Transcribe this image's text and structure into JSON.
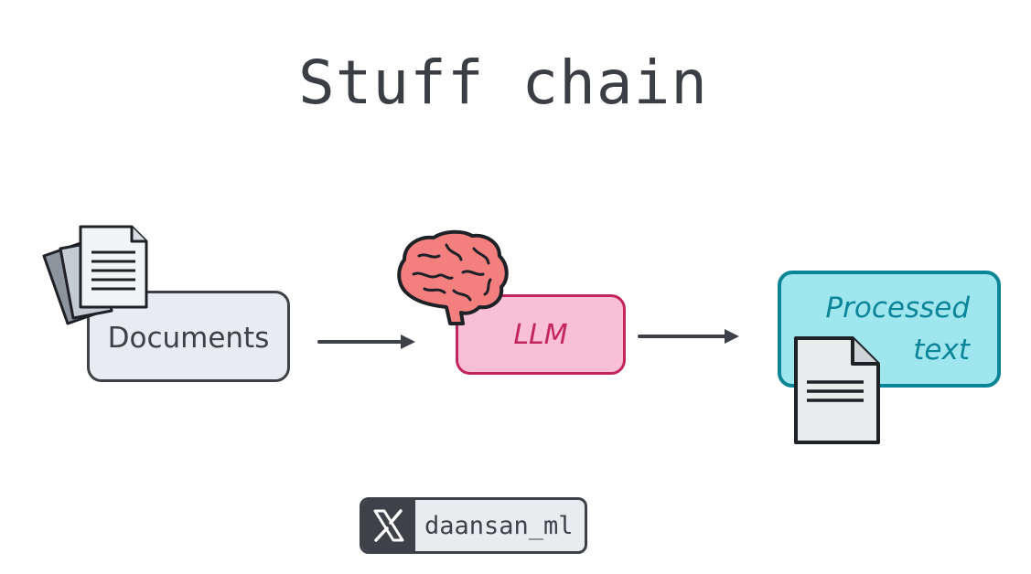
{
  "title": "Stuff chain",
  "nodes": {
    "documents": {
      "label": "Documents"
    },
    "llm": {
      "label": "LLM"
    },
    "output": {
      "line1": "Processed",
      "line2": "text"
    }
  },
  "icons": {
    "documents": "stacked-documents-icon",
    "llm": "brain-icon",
    "output": "document-icon",
    "handle": "x-logo-icon"
  },
  "handle": {
    "text": "daansan_ml"
  },
  "colors": {
    "text": "#3e4148",
    "documents_fill": "#e8ebef",
    "llm_fill": "#f9bfd6",
    "llm_stroke": "#c2255c",
    "output_fill": "#9fe6ef",
    "output_stroke": "#0c8599",
    "brain": "#f47f7f"
  }
}
